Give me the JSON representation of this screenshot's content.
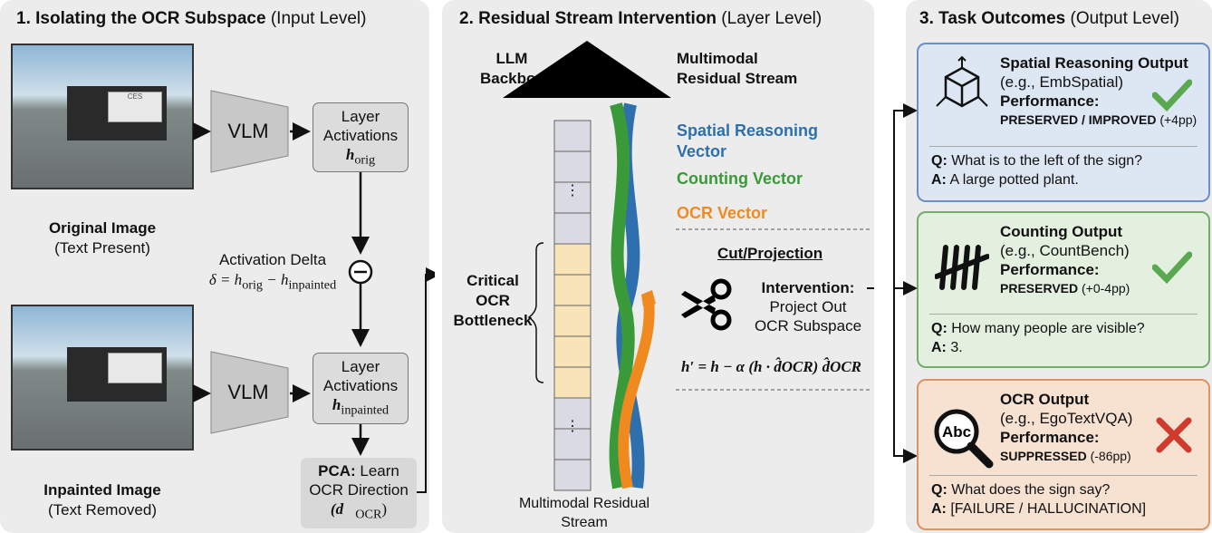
{
  "panel1": {
    "title_bold": "1. Isolating the OCR Subspace",
    "title_rest": " (Input Level)",
    "original_caption": "Original Image",
    "original_sub": "(Text Present)",
    "inpainted_caption": "Inpainted Image",
    "inpainted_sub": "(Text Removed)",
    "sign_text": "CES",
    "vlm_label": "VLM",
    "layer_label_1": "Layer",
    "layer_label_2": "Activations",
    "h_orig": "h",
    "h_orig_sub": "orig",
    "h_inp": "h",
    "h_inp_sub": "inpainted",
    "delta_label": "Activation Delta",
    "delta_formula": "δ = h",
    "delta_sub1": "orig",
    "delta_mid": " − h",
    "delta_sub2": "inpainted",
    "pca_bold": "PCA:",
    "pca_rest": " Learn",
    "pca_line2": "OCR Direction",
    "pca_line3": "(d⃗",
    "pca_sub": "OCR",
    "pca_close": ")"
  },
  "panel2": {
    "title_bold": "2. Residual Stream Intervention",
    "title_rest": " (Layer Level)",
    "llm_backbone": "LLM Backbone",
    "stream_top": "Multimodal Residual Stream",
    "stream_bottom": "Multimodal Residual Stream",
    "bottleneck": "Critical OCR Bottleneck",
    "vectors": [
      {
        "label": "Spatial Reasoning Vector",
        "color": "#2e6fad"
      },
      {
        "label": "Counting Vector",
        "color": "#3a9a3a"
      },
      {
        "label": "OCR Vector",
        "color": "#f08a1e"
      }
    ],
    "cut_title": "Cut/Projection",
    "intervention_bold": "Intervention:",
    "intervention_line2": "Project Out",
    "intervention_line3": "OCR Subspace",
    "formula": "h′ = h − α (h · d̂OCR) d̂OCR",
    "ellipsis": "⋮"
  },
  "panel3": {
    "title_bold": "3. Task Outcomes",
    "title_rest": " (Output Level)",
    "cards": [
      {
        "title": "Spatial Reasoning Output",
        "example": "(e.g., EmbSpatial)",
        "perf_label": "Performance:",
        "perf": "PRESERVED / IMPROVED",
        "delta": " (+4pp)",
        "q": "What is to the left of the sign?",
        "a": "A large potted plant.",
        "icon": "cube-axes-icon",
        "status": "check",
        "bg": "#dde6f3",
        "border": "#6d8fc4"
      },
      {
        "title": "Counting Output",
        "example": "(e.g., CountBench)",
        "perf_label": "Performance:",
        "perf": "PRESERVED",
        "delta": " (+0-4pp)",
        "q": "How many people are visible?",
        "a": "3.",
        "icon": "tally-marks-icon",
        "status": "check",
        "bg": "#e3efdf",
        "border": "#72ad6a"
      },
      {
        "title": "OCR Output",
        "example": "(e.g., EgoTextVQA)",
        "perf_label": "Performance:",
        "perf": "SUPPRESSED",
        "delta": " (-86pp)",
        "q": "What does the sign say?",
        "a": "[FAILURE / HALLUCINATION]",
        "icon": "magnifier-abc-icon",
        "status": "cross",
        "bg": "#f7e2d2",
        "border": "#dd9363",
        "magnifier_text": "Abc"
      }
    ],
    "q_label": "Q:",
    "a_label": "A:",
    "check_color": "#5aa84f",
    "cross_color": "#d03a2a"
  }
}
